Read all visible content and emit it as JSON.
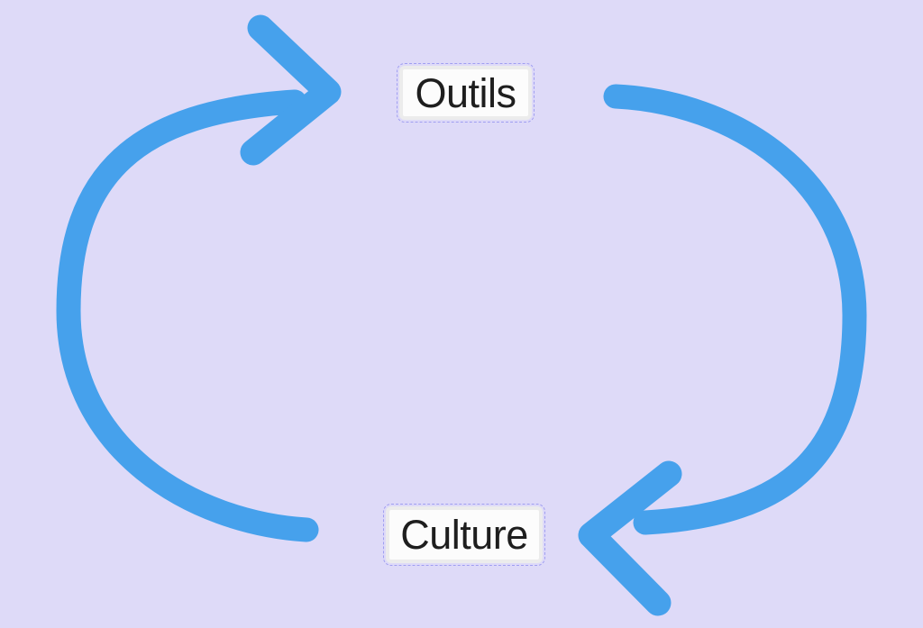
{
  "diagram": {
    "type": "cycle",
    "colors": {
      "background": "#dedaf8",
      "arrow": "#46a1ec",
      "node_background": "#fcfcfc",
      "node_frame": "#ececec",
      "text": "#1e1e1e"
    },
    "nodes": [
      {
        "id": "outils",
        "label": "Outils",
        "position": "top-center"
      },
      {
        "id": "culture",
        "label": "Culture",
        "position": "bottom-center"
      }
    ],
    "edges": [
      {
        "from": "Culture",
        "to": "Outils",
        "side": "left",
        "style": "thick-curved-arrow"
      },
      {
        "from": "Outils",
        "to": "Culture",
        "side": "right",
        "style": "thick-curved-arrow"
      }
    ]
  }
}
